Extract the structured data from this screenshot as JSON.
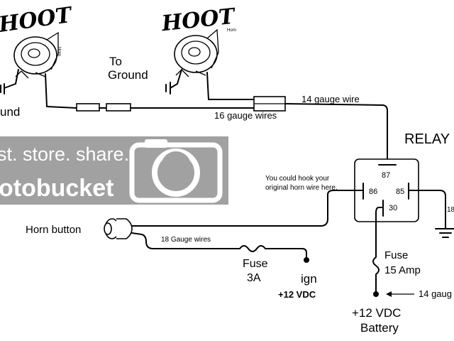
{
  "horn_left": {
    "brand": "HOOT",
    "small": "Horn"
  },
  "horn_right": {
    "brand": "HOOT",
    "small": "Horn"
  },
  "labels": {
    "to_ground_1": "To",
    "to_ground_2": "Ground",
    "ground_left": "und",
    "wire_14_top": "14 gauge wire",
    "wire_16": "16 gauge wires",
    "relay_title": "RELAY",
    "note_1": "You could hook your",
    "note_2": "original horn wire here.",
    "horn_button": "Horn button",
    "wire_18": "18 Gauge wires",
    "fuse_small_1": "Fuse",
    "fuse_small_2": "3A",
    "ign": "ign",
    "vdc_ign": "+12 VDC",
    "fuse_big_1": "Fuse",
    "fuse_big_2": "15 Amp",
    "wire_14_bottom": "14 gaug",
    "battery_1": "+12 VDC",
    "battery_2": "Battery",
    "right_edge": "18"
  },
  "relay": {
    "pins": {
      "p87": "87",
      "p86": "86",
      "p85": "85",
      "p30": "30"
    }
  },
  "watermark": {
    "line1": "st. store. share.",
    "line2": "otobucket"
  },
  "colors": {
    "line": "#000000",
    "watermark_bg": "#9a9a9a",
    "watermark_text": "#ffffff"
  }
}
